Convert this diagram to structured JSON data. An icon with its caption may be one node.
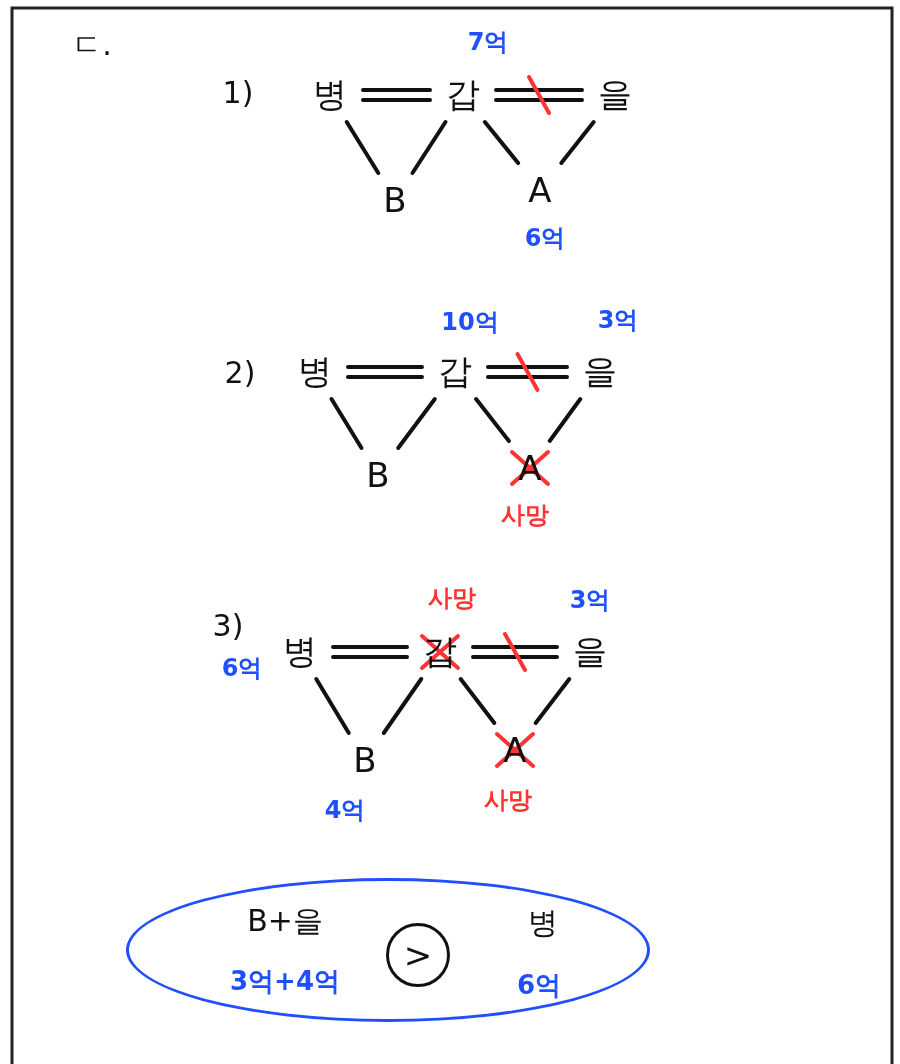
{
  "diagram": {
    "nodes": [
      {
        "text": [
          "병"
        ]
      },
      {
        "text": [
          "갑"
        ],
        "beside": [
          "7억"
        ]
      },
      {
        "text": [
          "을"
        ]
      },
      {
        "text": [
          "B"
        ]
      },
      {
        "text": [
          "A"
        ],
        "beside": [
          "6억"
        ]
      },
      {
        "text": [
          "병"
        ]
      },
      {
        "text": [
          "갑"
        ],
        "beside": [
          "10억"
        ]
      },
      {
        "text": [
          "을"
        ],
        "beside": [
          "3억"
        ]
      },
      {
        "text": [
          "B"
        ]
      },
      {
        "text": [
          "A"
        ],
        "beside": [
          "사망"
        ]
      },
      {
        "text": [
          "병"
        ],
        "beside": [
          "6억"
        ]
      },
      {
        "text": [
          "갑"
        ],
        "beside": [
          "사망"
        ]
      },
      {
        "text": [
          "을"
        ],
        "beside": [
          "3억"
        ]
      },
      {
        "text": [
          "B"
        ],
        "beside": [
          "4억"
        ]
      },
      {
        "text": [
          "A"
        ],
        "beside": [
          "사망"
        ]
      },
      {
        "text": [
          "B+을",
          "3억+4억",
          "병",
          "6억"
        ]
      },
      {
        "text": [
          ">"
        ],
        "in": 15
      }
    ],
    "edges": [
      {
        "from": 0,
        "to": 1,
        "arrow": "none"
      },
      {
        "from": 1,
        "to": 2,
        "arrow": "none"
      },
      {
        "from": 0,
        "to": 3,
        "arrow": "none"
      },
      {
        "from": 1,
        "to": 3,
        "arrow": "none"
      },
      {
        "from": 1,
        "to": 4,
        "arrow": "none"
      },
      {
        "from": 2,
        "to": 4,
        "arrow": "none"
      },
      {
        "from": 5,
        "to": 6,
        "arrow": "none"
      },
      {
        "from": 6,
        "to": 7,
        "arrow": "none"
      },
      {
        "from": 5,
        "to": 8,
        "arrow": "none"
      },
      {
        "from": 6,
        "to": 8,
        "arrow": "none"
      },
      {
        "from": 6,
        "to": 9,
        "arrow": "none"
      },
      {
        "from": 7,
        "to": 9,
        "arrow": "none"
      },
      {
        "from": 10,
        "to": 11,
        "arrow": "none"
      },
      {
        "from": 11,
        "to": 12,
        "arrow": "none"
      },
      {
        "from": 10,
        "to": 13,
        "arrow": "none"
      },
      {
        "from": 11,
        "to": 13,
        "arrow": "none"
      },
      {
        "from": 11,
        "to": 14,
        "arrow": "none"
      },
      {
        "from": 12,
        "to": 14,
        "arrow": "none"
      }
    ],
    "labels": [
      "ㄷ.",
      "1)",
      "2)",
      "3)"
    ]
  }
}
